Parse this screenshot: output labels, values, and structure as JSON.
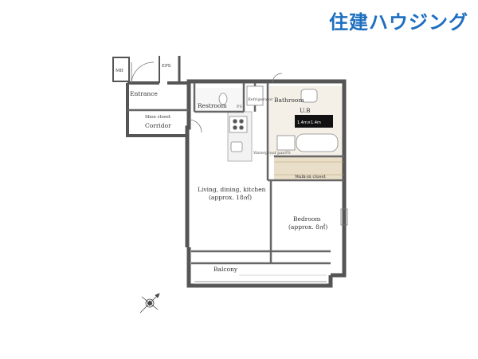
{
  "brand": {
    "logo_text": "住建ハウジング",
    "color": "#1e6fc0"
  },
  "floor_plan": {
    "rooms": {
      "mb": "MB",
      "eps": "EPS",
      "entrance": "Entrance",
      "shoe_closet": "Shoe closet",
      "corridor": "Corridor",
      "restroom": "Restroom",
      "ps_restroom": "PS",
      "refrigerator": "Refrigerator",
      "bathroom": "Bathroom",
      "ub": "U.B",
      "ub_size": "1.4m×1.4m",
      "waterproof_pan": "Waterproof pan",
      "ps_bath": "PS",
      "walk_in_closet": "Walk-in closet",
      "ldk": "Living, dining, kitchen",
      "ldk_area": "(approx. 18㎡)",
      "bedroom": "Bedroom",
      "bedroom_area": "(approx. 8㎡)",
      "balcony": "Balcony"
    },
    "compass": "north-arrow-icon"
  },
  "colors": {
    "wall": "#555555",
    "floor": "#ffffff",
    "accent_wet": "#f3ecde",
    "closet": "#e8dcc3"
  }
}
